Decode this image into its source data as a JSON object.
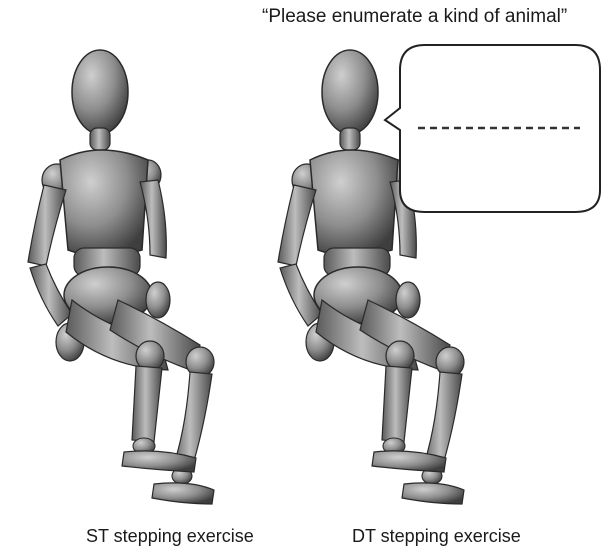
{
  "speech_prompt": "“Please enumerate a kind of animal”",
  "captions": {
    "left": "ST stepping exercise",
    "right": "DT stepping exercise"
  },
  "colors": {
    "mannequin": "#8a8a8a",
    "bubble_stroke": "#222222",
    "dash_line": "#333333"
  }
}
